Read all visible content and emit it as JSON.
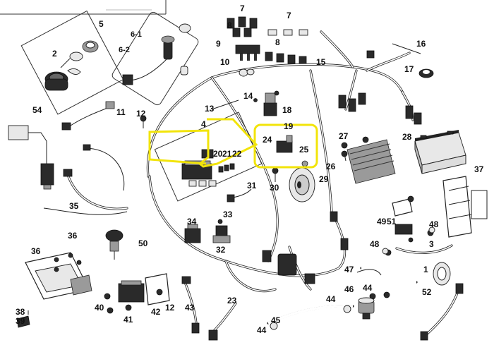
{
  "labels": [
    "1",
    "2",
    "3",
    "4",
    "5",
    "6-1",
    "6-2",
    "7",
    "8",
    "9",
    "10",
    "11",
    "12",
    "13",
    "14",
    "15",
    "16",
    "17",
    "18",
    "19",
    "20",
    "21",
    "22",
    "23",
    "24",
    "25",
    "26",
    "27",
    "28",
    "29",
    "30",
    "31",
    "32",
    "33",
    "34",
    "35",
    "36",
    "37",
    "38",
    "39",
    "40",
    "41",
    "42",
    "43",
    "44",
    "45",
    "46",
    "47",
    "48",
    "49",
    "50",
    "51",
    "52",
    "54"
  ],
  "colors": {
    "highlight": "#f2e40a",
    "ink": "#222222"
  }
}
